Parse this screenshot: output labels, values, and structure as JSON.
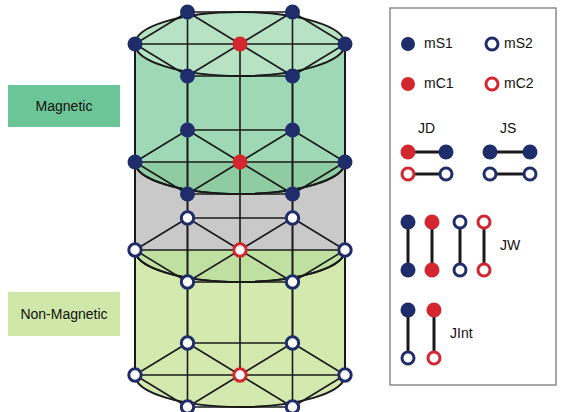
{
  "diagram": {
    "nodes": [
      {
        "text": [
          "Magnetic"
        ]
      },
      {
        "text": [
          "Non-Magnetic"
        ]
      }
    ],
    "legend": [
      {
        "text": "mS1",
        "color": "#1f2d6b"
      },
      {
        "text": "mS2"
      },
      {
        "text": "mC1",
        "color": "#d3262e"
      },
      {
        "text": "mC2"
      },
      {
        "text": "JD"
      },
      {
        "text": "JS"
      },
      {
        "text": "JW"
      },
      {
        "text": "JInt"
      }
    ]
  }
}
